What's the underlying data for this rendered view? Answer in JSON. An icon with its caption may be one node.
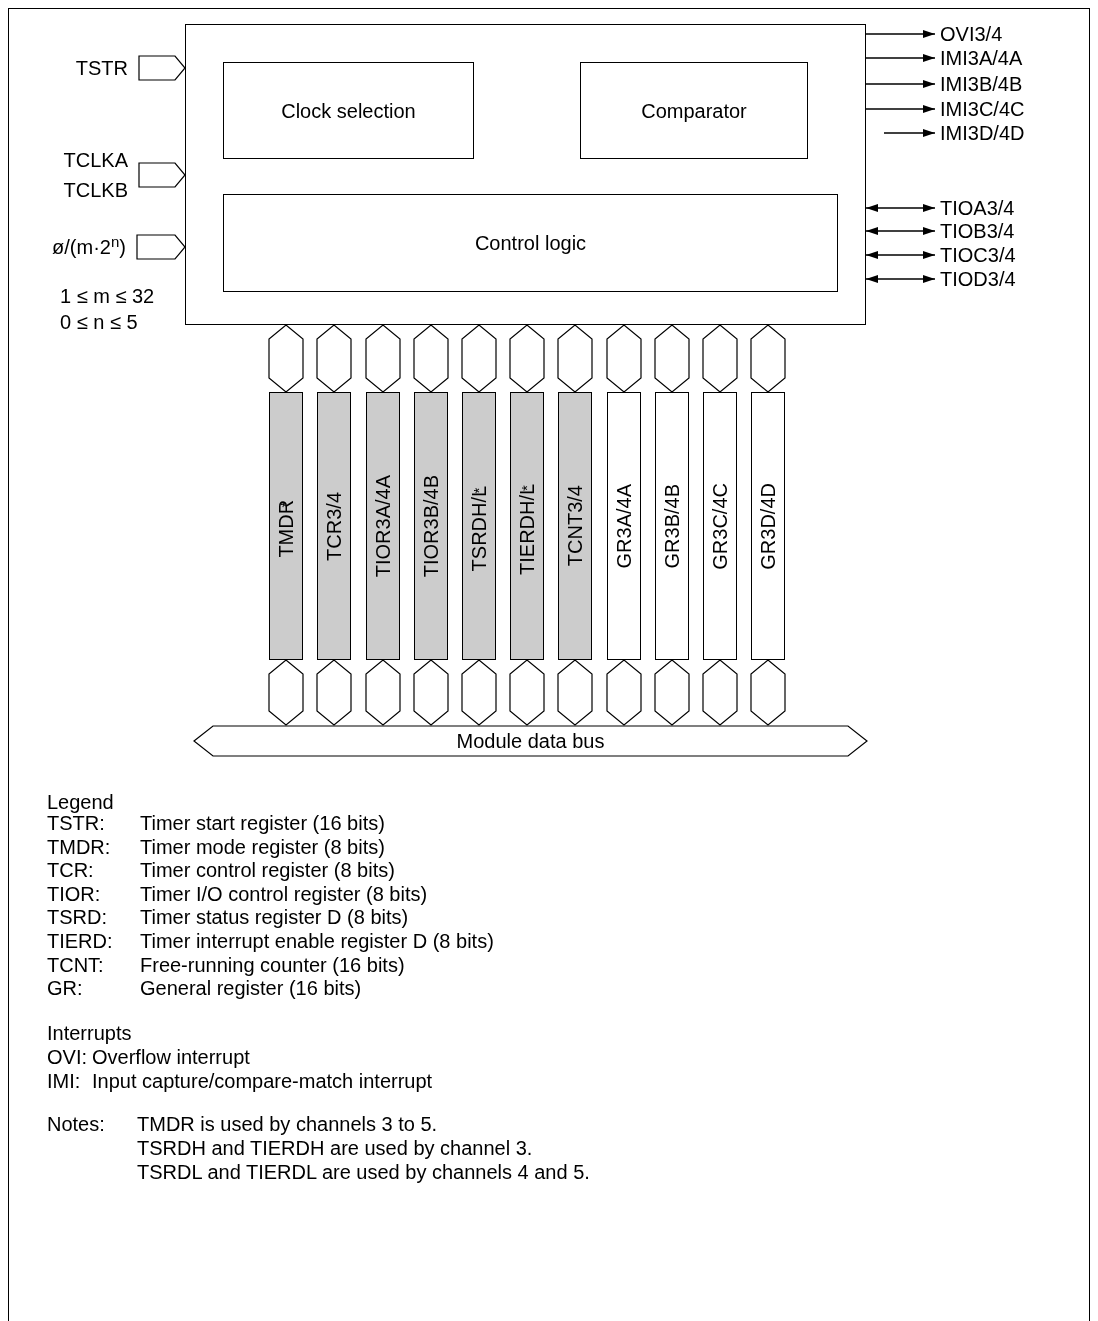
{
  "diagram": {
    "nodes": [
      {
        "text": [],
        "shape": "box"
      },
      {
        "text": [
          "Clock selection"
        ],
        "in": 0
      },
      {
        "text": [
          "Comparator"
        ],
        "in": 0
      },
      {
        "text": [
          "Control logic"
        ],
        "in": 0
      },
      {
        "text": [
          "TSTR"
        ]
      },
      {
        "text": [
          "TCLKA",
          "TCLKB"
        ]
      },
      {
        "text": [
          "ø/(m·2$^{n}$)"
        ]
      },
      {
        "text": [
          "TMDR$^{*}$"
        ]
      },
      {
        "text": [
          "TCR3/4"
        ]
      },
      {
        "text": [
          "TIOR3A/4A"
        ]
      },
      {
        "text": [
          "TIOR3B/4B"
        ]
      },
      {
        "text": [
          "TSRDH/L$^{*}$"
        ]
      },
      {
        "text": [
          "TIERDH/L$^{*}$"
        ]
      },
      {
        "text": [
          "TCNT3/4"
        ]
      },
      {
        "text": [
          "GR3A/4A"
        ]
      },
      {
        "text": [
          "GR3B/4B"
        ]
      },
      {
        "text": [
          "GR3C/4C"
        ]
      },
      {
        "text": [
          "GR3D/4D"
        ]
      },
      {
        "text": [
          "Module data bus"
        ]
      },
      {
        "text": [
          "OVI3/4"
        ]
      },
      {
        "text": [
          "IMI3A/4A"
        ]
      },
      {
        "text": [
          "IMI3B/4B"
        ]
      },
      {
        "text": [
          "IMI3C/4C"
        ]
      },
      {
        "text": [
          "IMI3D/4D"
        ]
      },
      {
        "text": [
          "TIOA3/4"
        ]
      },
      {
        "text": [
          "TIOB3/4"
        ]
      },
      {
        "text": [
          "TIOC3/4"
        ]
      },
      {
        "text": [
          "TIOD3/4"
        ]
      }
    ],
    "edges": [
      {
        "from": 4,
        "to": 0,
        "arrow": "to",
        "style": "thick"
      },
      {
        "from": 5,
        "to": 0,
        "arrow": "to",
        "style": "thick"
      },
      {
        "from": 6,
        "to": 0,
        "arrow": "to",
        "style": "thick"
      },
      {
        "from": 0,
        "to": 7,
        "arrow": "both",
        "style": "thick"
      },
      {
        "from": 0,
        "to": 8,
        "arrow": "both",
        "style": "thick"
      },
      {
        "from": 0,
        "to": 9,
        "arrow": "both",
        "style": "thick"
      },
      {
        "from": 0,
        "to": 10,
        "arrow": "both",
        "style": "thick"
      },
      {
        "from": 0,
        "to": 11,
        "arrow": "both",
        "style": "thick"
      },
      {
        "from": 0,
        "to": 12,
        "arrow": "both",
        "style": "thick"
      },
      {
        "from": 0,
        "to": 13,
        "arrow": "both",
        "style": "thick"
      },
      {
        "from": 0,
        "to": 14,
        "arrow": "both",
        "style": "thick"
      },
      {
        "from": 0,
        "to": 15,
        "arrow": "both",
        "style": "thick"
      },
      {
        "from": 0,
        "to": 16,
        "arrow": "both",
        "style": "thick"
      },
      {
        "from": 0,
        "to": 17,
        "arrow": "both",
        "style": "thick"
      },
      {
        "from": 7,
        "to": 18,
        "arrow": "both",
        "style": "thick"
      },
      {
        "from": 8,
        "to": 18,
        "arrow": "both",
        "style": "thick"
      },
      {
        "from": 9,
        "to": 18,
        "arrow": "both",
        "style": "thick"
      },
      {
        "from": 10,
        "to": 18,
        "arrow": "both",
        "style": "thick"
      },
      {
        "from": 11,
        "to": 18,
        "arrow": "both",
        "style": "thick"
      },
      {
        "from": 12,
        "to": 18,
        "arrow": "both",
        "style": "thick"
      },
      {
        "from": 13,
        "to": 18,
        "arrow": "both",
        "style": "thick"
      },
      {
        "from": 14,
        "to": 18,
        "arrow": "both",
        "style": "thick"
      },
      {
        "from": 15,
        "to": 18,
        "arrow": "both",
        "style": "thick"
      },
      {
        "from": 16,
        "to": 18,
        "arrow": "both",
        "style": "thick"
      },
      {
        "from": 17,
        "to": 18,
        "arrow": "both",
        "style": "thick"
      },
      {
        "from": 0,
        "to": 19,
        "arrow": "to"
      },
      {
        "from": 0,
        "to": 20,
        "arrow": "to"
      },
      {
        "from": 0,
        "to": 21,
        "arrow": "to"
      },
      {
        "from": 0,
        "to": 22,
        "arrow": "to"
      },
      {
        "from": null,
        "to": 23,
        "arrow": "to"
      },
      {
        "from": 0,
        "to": 24,
        "arrow": "both"
      },
      {
        "from": 0,
        "to": 25,
        "arrow": "both"
      },
      {
        "from": 0,
        "to": 26,
        "arrow": "both"
      },
      {
        "from": 0,
        "to": 27,
        "arrow": "both"
      }
    ],
    "labels": [
      "1 ≤ m ≤ 32",
      "0 ≤ n ≤ 5",
      "Legend",
      "TSTR:",
      "Timer start register (16 bits)",
      "TMDR:",
      "Timer mode register (8 bits)",
      "TCR:",
      "Timer control register (8 bits)",
      "TIOR:",
      "Timer I/O control register (8 bits)",
      "TSRD:",
      "Timer status register D (8 bits)",
      "TIERD:",
      "Timer interrupt enable register D (8 bits)",
      "TCNT:",
      "Free-running counter (16 bits)",
      "GR:",
      "General register (16 bits)",
      "Interrupts",
      "OVI:",
      "Overflow interrupt",
      "IMI:",
      "Input capture/compare-match interrupt",
      "Notes:",
      "TMDR is used by channels 3 to 5.",
      "TSRDH and TIERDH are used by channel 3.",
      "TSRDL and TIERDL are used by channels 4 and 5."
    ]
  }
}
